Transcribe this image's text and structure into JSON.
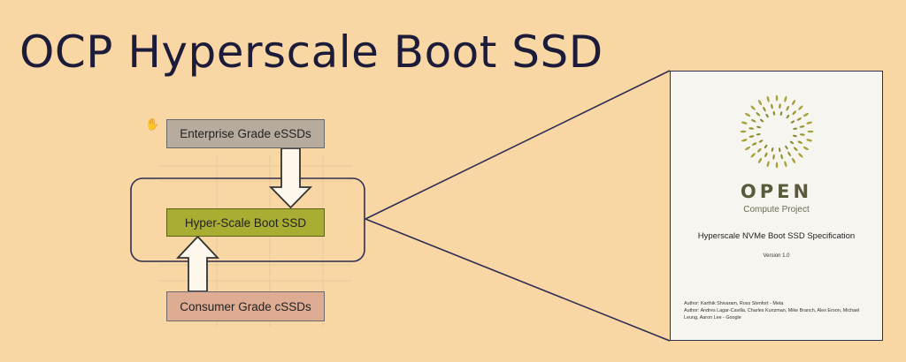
{
  "slide": {
    "title": "OCP Hyperscale Boot SSD"
  },
  "diagram": {
    "top_box": "Enterprise Grade eSSDs",
    "middle_box": "Hyper-Scale Boot SSD",
    "bottom_box": "Consumer Grade cSSDs",
    "colors": {
      "top_box": "#b7ab9d",
      "middle_box": "#a9ae33",
      "bottom_box": "#deac93"
    }
  },
  "document": {
    "logo_word": "OPEN",
    "logo_sub": "Compute Project",
    "spec_title": "Hyperscale NVMe Boot SSD Specification",
    "version": "Version 1.0",
    "author_line_1": "Author: Karthik Shivaram, Ross Stenfort - Meta",
    "author_line_2": "Author: Andres Lagar-Cavilla, Charles Kunzman, Mike Branch, Alex Eroon, Michael Leung, Aaron Lee - Google"
  },
  "accent_color": "#2e2d52",
  "background_color": "#f8d7a4"
}
